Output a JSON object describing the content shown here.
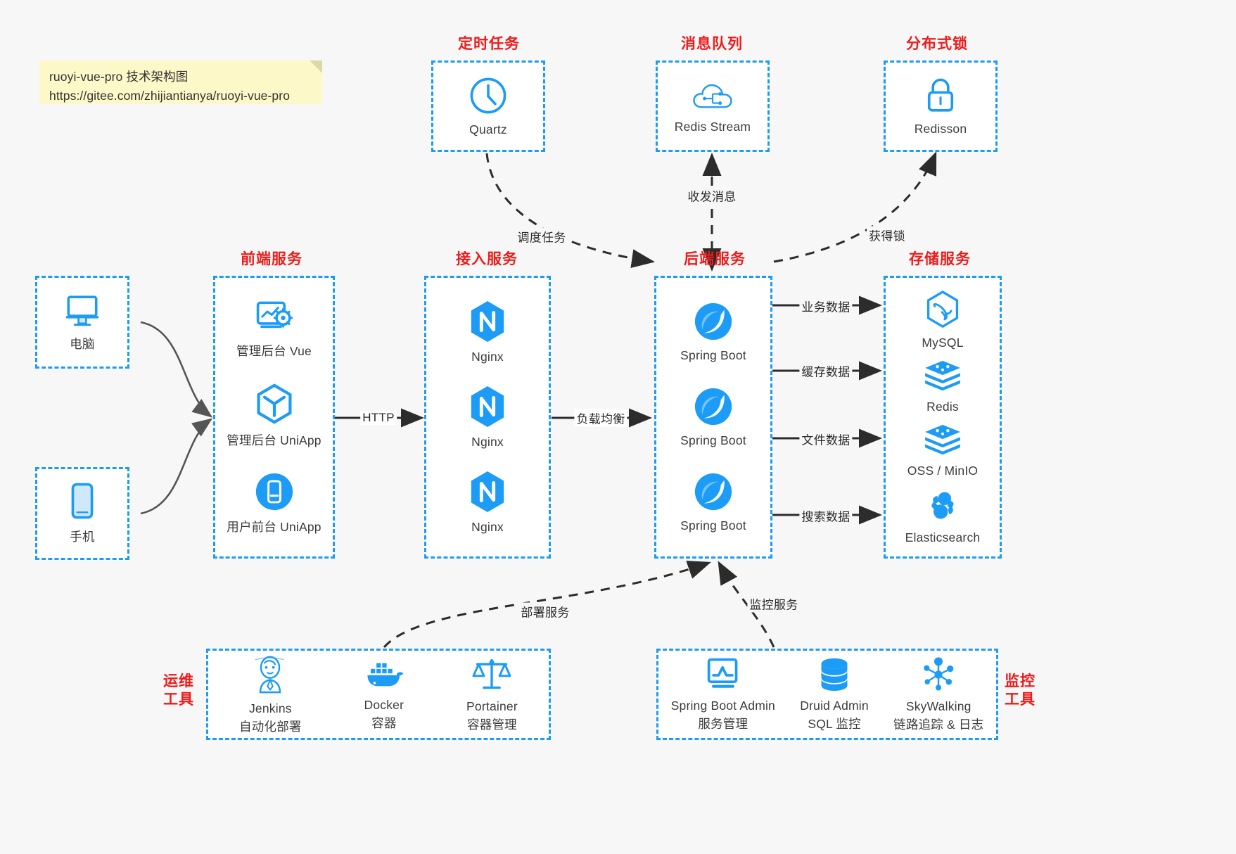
{
  "note": {
    "line1": "ruoyi-vue-pro 技术架构图",
    "line2": "https://gitee.com/zhijiantianya/ruoyi-vue-pro"
  },
  "colors": {
    "accent_blue": "#1c9cf6",
    "group_label_red": "#ef1b1b",
    "note_bg": "#fdf8c8",
    "page_bg": "#f7f7f7",
    "edge_gray": "#555555"
  },
  "groups": {
    "scheduler": {
      "label": "定时任务"
    },
    "mq": {
      "label": "消息队列"
    },
    "lock": {
      "label": "分布式锁"
    },
    "frontend": {
      "label": "前端服务"
    },
    "gateway": {
      "label": "接入服务"
    },
    "backend": {
      "label": "后端服务"
    },
    "storage": {
      "label": "存储服务"
    },
    "devops": {
      "label_line1": "运维",
      "label_line2": "工具"
    },
    "monitor": {
      "label_line1": "监控",
      "label_line2": "工具"
    }
  },
  "clients": [
    {
      "name": "电脑",
      "icon": "desktop-computer-icon"
    },
    {
      "name": "手机",
      "icon": "mobile-phone-icon"
    }
  ],
  "scheduler_nodes": [
    {
      "name": "Quartz",
      "icon": "clock-icon"
    }
  ],
  "mq_nodes": [
    {
      "name": "Redis Stream",
      "icon": "cloud-stream-icon"
    }
  ],
  "lock_nodes": [
    {
      "name": "Redisson",
      "icon": "padlock-icon"
    }
  ],
  "frontend_nodes": [
    {
      "name": "管理后台 Vue",
      "icon": "dashboard-gear-icon"
    },
    {
      "name": "管理后台 UniApp",
      "icon": "uniapp-cube-icon"
    },
    {
      "name": "用户前台 UniApp",
      "icon": "mobile-app-icon"
    }
  ],
  "gateway_nodes": [
    {
      "name": "Nginx",
      "icon": "nginx-icon"
    },
    {
      "name": "Nginx",
      "icon": "nginx-icon"
    },
    {
      "name": "Nginx",
      "icon": "nginx-icon"
    }
  ],
  "backend_nodes": [
    {
      "name": "Spring Boot",
      "icon": "spring-boot-icon"
    },
    {
      "name": "Spring Boot",
      "icon": "spring-boot-icon"
    },
    {
      "name": "Spring Boot",
      "icon": "spring-boot-icon"
    }
  ],
  "storage_nodes": [
    {
      "name": "MySQL",
      "icon": "mysql-dolphin-icon"
    },
    {
      "name": "Redis",
      "icon": "redis-stack-icon"
    },
    {
      "name": "OSS / MinIO",
      "icon": "object-storage-icon"
    },
    {
      "name": "Elasticsearch",
      "icon": "elasticsearch-icon"
    }
  ],
  "devops_nodes": [
    {
      "name": "Jenkins",
      "desc": "自动化部署",
      "icon": "jenkins-butler-icon"
    },
    {
      "name": "Docker",
      "desc": "容器",
      "icon": "docker-whale-icon"
    },
    {
      "name": "Portainer",
      "desc": "容器管理",
      "icon": "portainer-scales-icon"
    }
  ],
  "monitor_nodes": [
    {
      "name": "Spring Boot Admin",
      "desc": "服务管理",
      "icon": "monitor-chart-icon"
    },
    {
      "name": "Druid Admin",
      "desc": "SQL 监控",
      "icon": "database-stack-icon"
    },
    {
      "name": "SkyWalking",
      "desc": "链路追踪 & 日志",
      "icon": "skywalking-node-icon"
    }
  ],
  "edges": [
    {
      "id": "http",
      "label": "HTTP"
    },
    {
      "id": "load-balance",
      "label": "负载均衡"
    },
    {
      "id": "schedule-task",
      "label": "调度任务"
    },
    {
      "id": "mq-send-receive",
      "label": "收发消息"
    },
    {
      "id": "acquire-lock",
      "label": "获得锁"
    },
    {
      "id": "business-data",
      "label": "业务数据"
    },
    {
      "id": "cache-data",
      "label": "缓存数据"
    },
    {
      "id": "file-data",
      "label": "文件数据"
    },
    {
      "id": "search-data",
      "label": "搜索数据"
    },
    {
      "id": "deploy-service",
      "label": "部署服务"
    },
    {
      "id": "monitor-service",
      "label": "监控服务"
    }
  ]
}
